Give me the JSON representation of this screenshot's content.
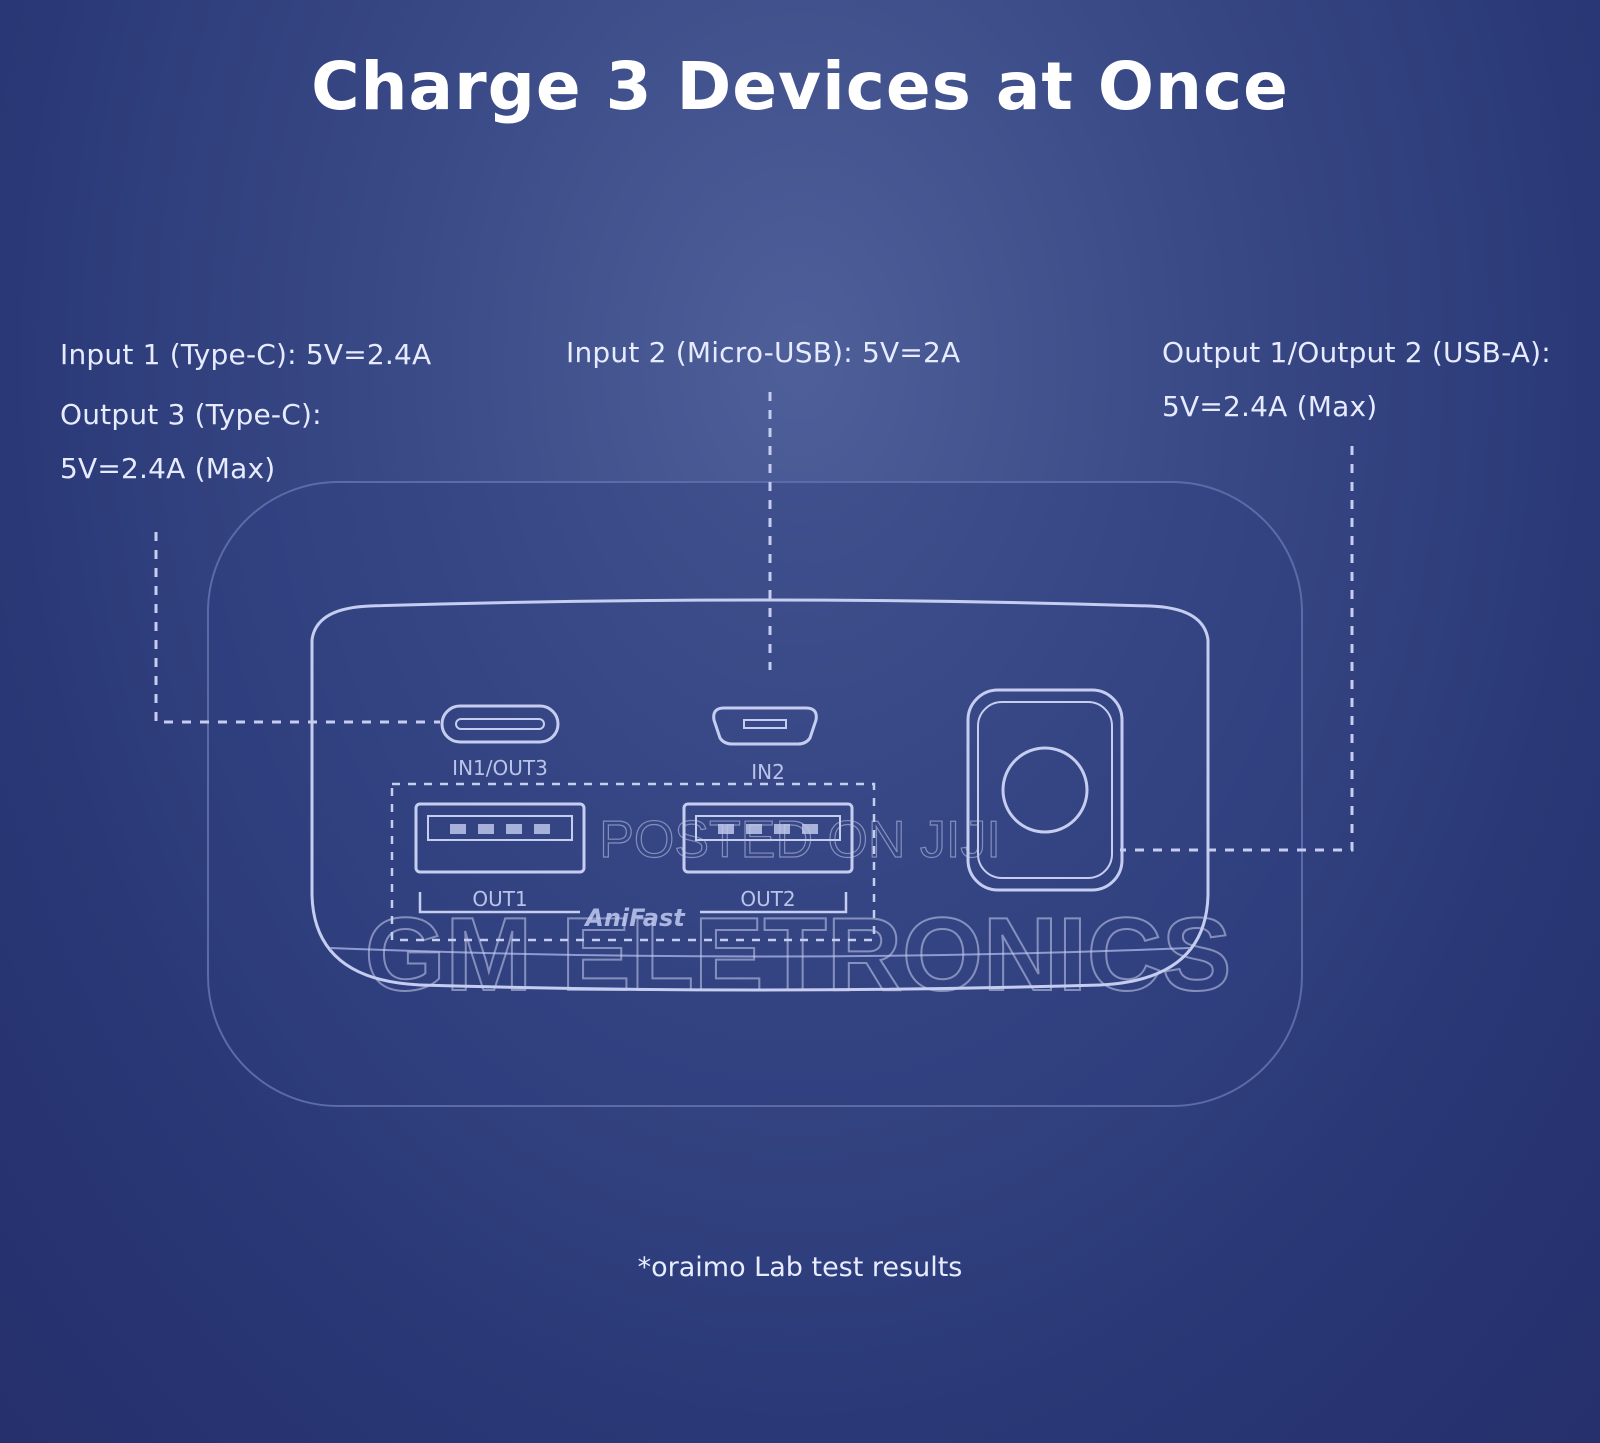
{
  "title": "Charge 3 Devices at Once",
  "callouts": {
    "left_line1": "Input 1 (Type-C): 5V=2.4A",
    "left_line2": "Output 3 (Type-C):",
    "left_line3": "5V=2.4A (Max)",
    "center_line1": "Input 2 (Micro-USB): 5V=2A",
    "right_line1": "Output 1/Output 2 (USB-A):",
    "right_line2": "5V=2.4A (Max)"
  },
  "ports": {
    "typec_label": "IN1/OUT3",
    "micro_label": "IN2",
    "usb1_label": "OUT1",
    "usb2_label": "OUT2",
    "group_brand": "AniFast"
  },
  "footnote": "*oraimo Lab test results",
  "watermark": {
    "line1": "POSTED ON JIJI",
    "line2": "GM ELETRONICS"
  },
  "colors": {
    "background": "#2f3c7c",
    "outline": "#c5cdf0",
    "text": "#eef1ff"
  }
}
